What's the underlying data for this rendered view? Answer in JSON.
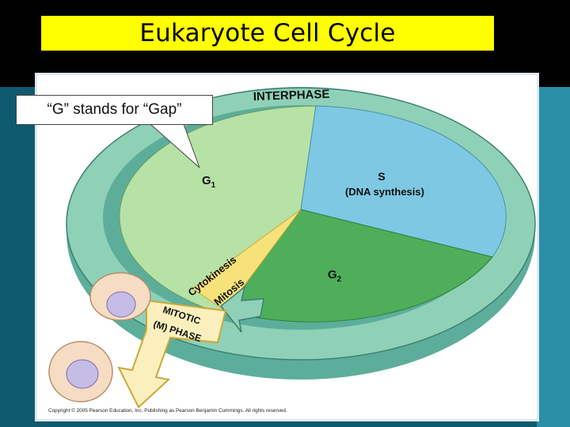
{
  "slide": {
    "title": "Eukaryote Cell Cycle",
    "callout": "“G” stands for “Gap”"
  },
  "diagram": {
    "interphase_label": "INTERPHASE",
    "g1_label": "G",
    "g1_subscript": "1",
    "s_label": "S",
    "s_sublabel": "(DNA synthesis)",
    "g2_label": "G",
    "g2_subscript": "2",
    "cytokinesis_label": "Cytokinesis",
    "mitosis_label": "Mitosis",
    "mitotic_line1": "MITOTIC",
    "mitotic_line2": "(M) PHASE",
    "copyright": "Copyright © 2005 Pearson Education, Inc. Publishing as Pearson Benjamin Cummings. All rights reserved."
  },
  "colors": {
    "g1": "#b7e2a6",
    "s": "#7ec8e3",
    "g2": "#4fae5a",
    "mitosis": "#f7e27a",
    "ring": "#8fd1b7",
    "ring_side": "#5cae9b",
    "title_bg": "#ffff00"
  }
}
